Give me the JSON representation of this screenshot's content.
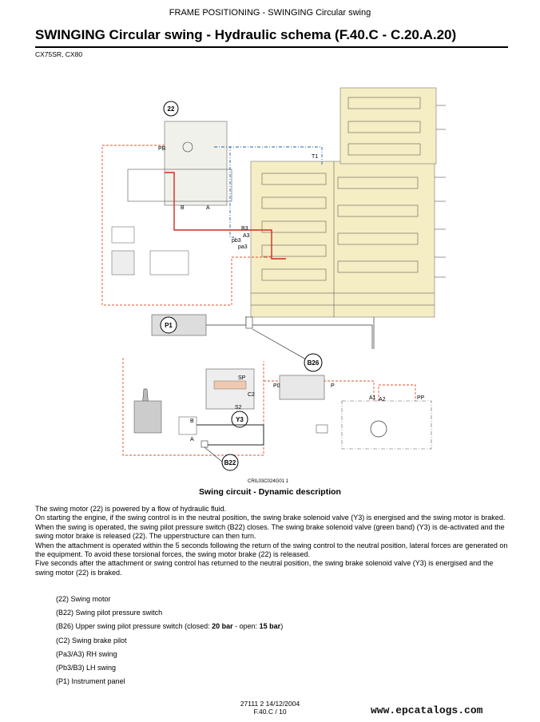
{
  "header": {
    "running_title": "FRAME POSITIONING - SWINGING Circular swing"
  },
  "title": "SWINGING Circular swing - Hydraulic schema (F.40.C - C.20.A.20)",
  "models": "CX75SR, CX80",
  "figure": {
    "ref": "CRIL03C024G01    1",
    "caption": "Swing circuit - Dynamic description",
    "callouts": {
      "swing_motor": "22",
      "instrument_panel": "P1",
      "upper_switch": "B26",
      "pilot_switch": "B22",
      "brake_valve": "Y3"
    },
    "labels": {
      "pb": "PB",
      "t1": "T1",
      "b3": "B3",
      "a3": "A3",
      "pb3": "pb3",
      "pa3": "pa3",
      "b": "B",
      "a": "A",
      "sp": "SP",
      "c2": "C2",
      "s2": "S2",
      "p0": "P0",
      "p": "P",
      "a1": "A1",
      "a2": "A2",
      "pp": "PP",
      "b_lower": "B",
      "a_lower": "A"
    },
    "colors": {
      "pressure": "#d42a1e",
      "pilot": "#e0502a",
      "return": "#1f5fa8",
      "valve_block": "#f5edc4"
    }
  },
  "description": [
    "The swing motor (22) is powered by a flow of hydraulic fluid.",
    "On starting the engine, if the swing control is in the neutral position, the swing brake solenoid valve (Y3) is energised and the swing motor is braked.",
    "When the swing is operated, the swing pilot pressure switch (B22) closes. The swing brake solenoid valve (green band) (Y3) is de-activated and the swing motor brake is released (22). The upperstructure can then turn.",
    "When the attachment is operated within the 5 seconds following the return of the swing control to the neutral position, lateral forces are generated on the equipment. To avoid these torsional forces, the swing motor brake (22) is released.",
    "Five seconds after the attachment or swing control has returned to the neutral position, the swing brake solenoid valve (Y3) is energised and the swing motor (22) is braked."
  ],
  "legend": [
    {
      "code": "(22)",
      "text": "Swing motor"
    },
    {
      "code": "(B22)",
      "text": "Swing pilot pressure switch"
    },
    {
      "code": "(B26)",
      "text_before": "Upper swing pilot pressure switch (closed: ",
      "closed": "20 bar",
      "mid": " - open: ",
      "open": "15 bar",
      "text_after": ")"
    },
    {
      "code": "(C2)",
      "text": "Swing brake pilot"
    },
    {
      "code": "(Pa3/A3)",
      "text": "RH swing"
    },
    {
      "code": "(Pb3/B3)",
      "text": "LH swing"
    },
    {
      "code": "(P1)",
      "text": "Instrument panel"
    }
  ],
  "footer": {
    "doc_ref": "27111 2 14/12/2004",
    "page": "F.40.C / 10"
  },
  "watermark": "www.epcatalogs.com"
}
